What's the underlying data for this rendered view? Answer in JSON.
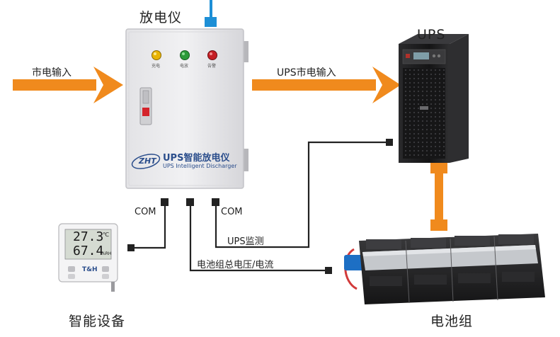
{
  "discharger": {
    "title": "放电仪",
    "brand_cn": "UPS智能放电仪",
    "brand_en": "UPS Intelligent Discharger",
    "logo": "ZHT",
    "lamps": [
      {
        "label": "充电",
        "color": "#e9b404"
      },
      {
        "label": "电放",
        "color": "#2c9b3a"
      },
      {
        "label": "告警",
        "color": "#c51f25"
      }
    ]
  },
  "ups": {
    "title": "UPS"
  },
  "battery": {
    "title": "电池组"
  },
  "sensor": {
    "title": "智能设备",
    "temp": "27.3",
    "temp_unit": "℃",
    "humid": "67.4",
    "humid_unit": "%RH",
    "brand": "T&H"
  },
  "flows": {
    "mains_input": "市电输入",
    "ups_mains_input": "UPS市电输入"
  },
  "links": {
    "com_left": "COM",
    "com_right": "COM",
    "ups_monitor": "UPS监测",
    "battery_voltage_current": "电池组总电压/电流"
  },
  "colors": {
    "flow_arrow": "#f08a1d",
    "connector_blue": "#1d8fd6",
    "line": "#222222"
  }
}
